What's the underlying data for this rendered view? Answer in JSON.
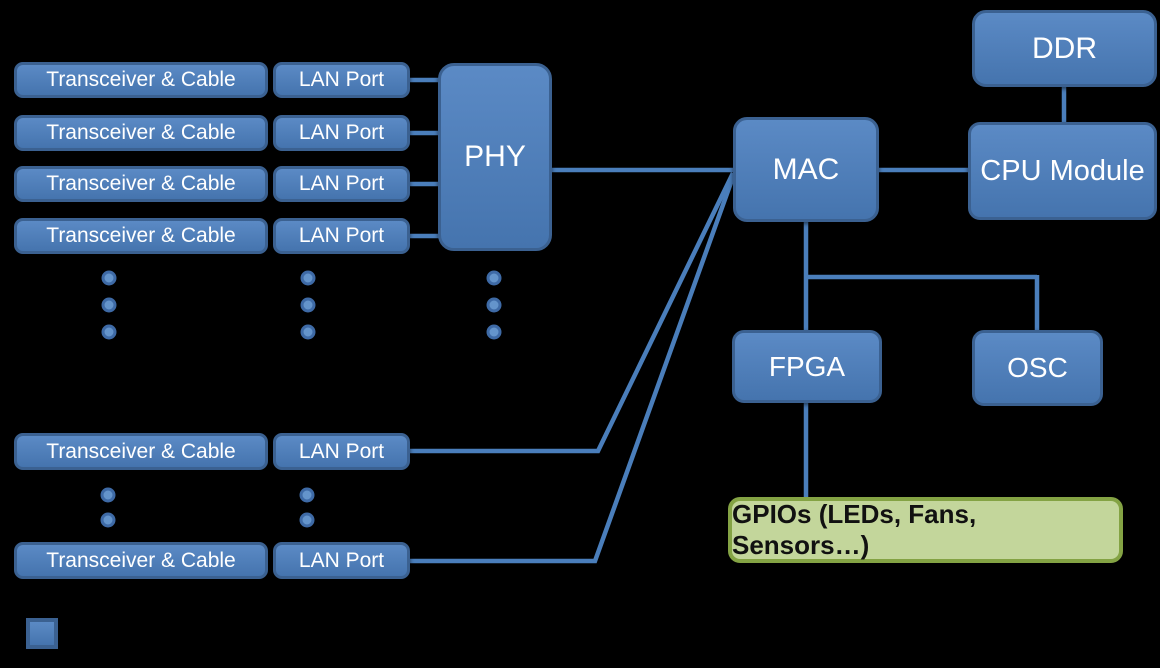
{
  "diagram": {
    "colors": {
      "background": "#000000",
      "box_fill_light": "#5b8ac5",
      "box_fill_dark": "#4574ae",
      "box_border": "#3b6191",
      "box_text": "#ffffff",
      "connector": "#4a7ebb",
      "dot_fill": "#6494cb",
      "dot_ring": "#3e6aa6",
      "green_fill": "#c3d69b",
      "green_border": "#84a344",
      "green_text": "#111111"
    },
    "rows_top": [
      {
        "transceiver": "Transceiver & Cable",
        "lan_port": "LAN Port"
      },
      {
        "transceiver": "Transceiver & Cable",
        "lan_port": "LAN Port"
      },
      {
        "transceiver": "Transceiver & Cable",
        "lan_port": "LAN Port"
      },
      {
        "transceiver": "Transceiver & Cable",
        "lan_port": "LAN Port"
      }
    ],
    "rows_bottom": [
      {
        "transceiver": "Transceiver & Cable",
        "lan_port": "LAN Port"
      },
      {
        "transceiver": "Transceiver & Cable",
        "lan_port": "LAN Port"
      }
    ],
    "nodes": {
      "phy": "PHY",
      "mac": "MAC",
      "ddr": "DDR",
      "cpu_module": "CPU Module",
      "fpga": "FPGA",
      "osc": "OSC",
      "gpio": "GPIOs (LEDs, Fans, Sensors…)"
    }
  }
}
